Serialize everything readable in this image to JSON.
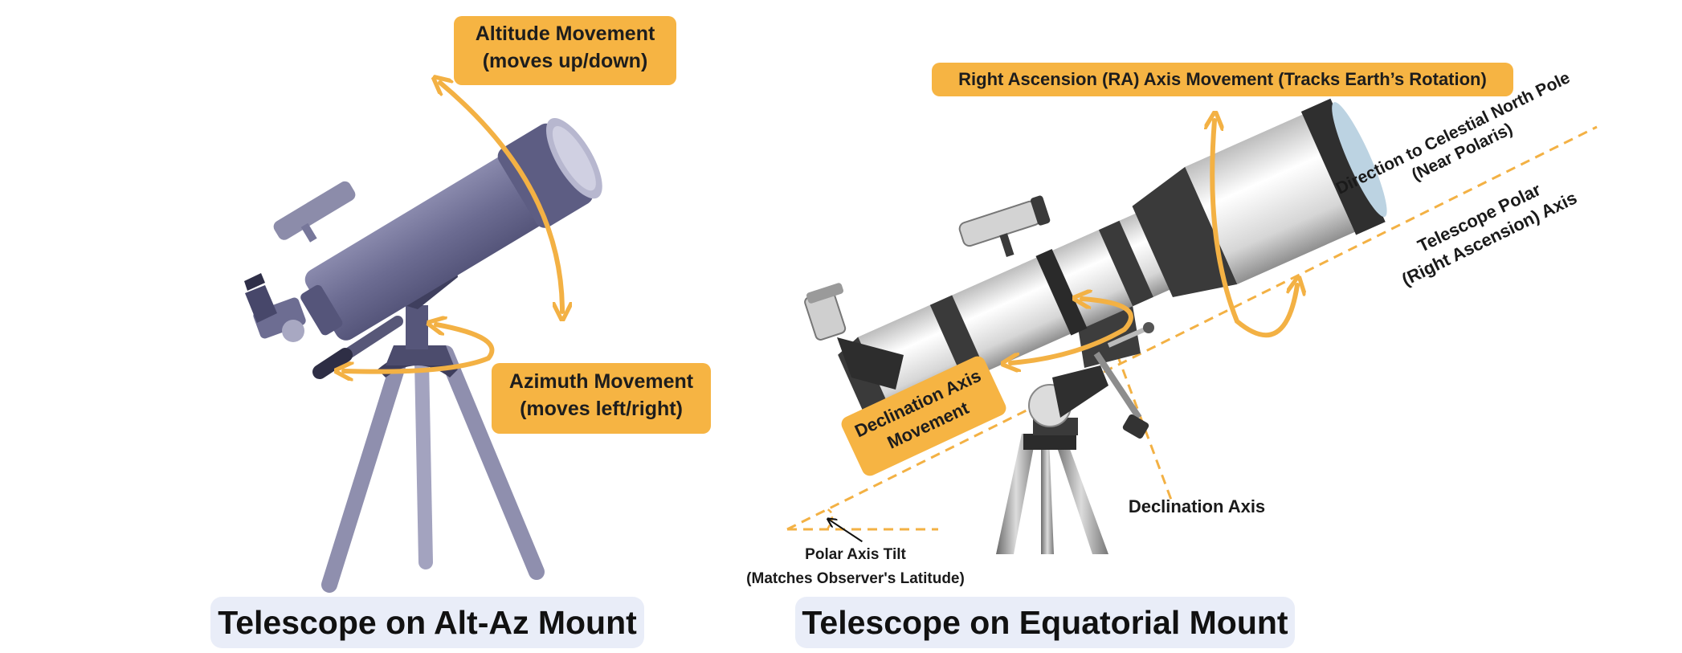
{
  "colors": {
    "label_bg": "#f6b443",
    "arrow": "#f3b144",
    "title_bg": "#e9edf8",
    "altaz_telescope": "#6f6f95",
    "tripod_altaz": "#9696b4",
    "eq_tube": "#e8e8e8",
    "eq_band": "#3c3c3c"
  },
  "left": {
    "altitude_label": {
      "line1": "Altitude Movement",
      "line2": "(moves up/down)"
    },
    "azimuth_label": {
      "line1": "Azimuth Movement",
      "line2": "(moves left/right)"
    },
    "title": "Telescope on Alt-Az Mount"
  },
  "right": {
    "ra_label": "Right Ascension (RA) Axis Movement (Tracks Earth’s Rotation)",
    "declination_movement_label": {
      "line1": "Declination Axis",
      "line2": "Movement"
    },
    "celestial_pole_label": {
      "line1": "Direction to Celestial North Pole",
      "line2": "(Near Polaris)"
    },
    "polar_axis_label": {
      "line1": "Telescope Polar",
      "line2": "(Right Ascension) Axis"
    },
    "declination_axis_label": "Declination Axis",
    "polar_tilt_label": {
      "line1": "Polar Axis Tilt",
      "line2": "(Matches Observer's Latitude)"
    },
    "title": "Telescope on Equatorial Mount"
  }
}
